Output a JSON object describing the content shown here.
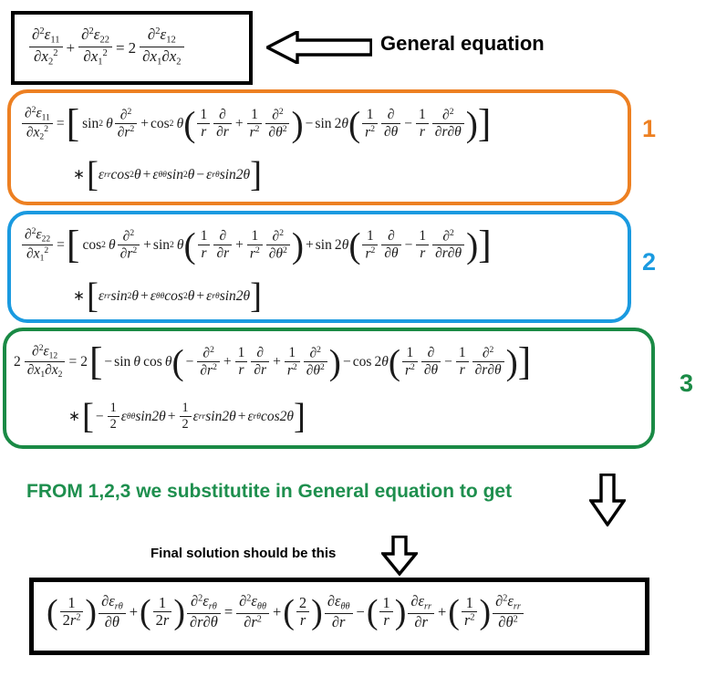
{
  "document": {
    "title": "Compatibility equation transformation to polar coordinates"
  },
  "general_box": {
    "label": "General equation",
    "equation_tex": "∂²ε11/∂x2² + ∂²ε22/∂x1² = 2 ∂²ε12/∂x1∂x2",
    "terms": {
      "t1_num": "∂²ε11",
      "t1_den": "∂x2²",
      "plus": "+",
      "t2_num": "∂²ε22",
      "t2_den": "∂x1²",
      "equals": "=",
      "coef": "2",
      "t3_num": "∂²ε12",
      "t3_den": "∂x1∂x2"
    }
  },
  "boxes": [
    {
      "id": "1",
      "number_label": "1",
      "color": "#ed8022",
      "equation_tex": "∂²ε11/∂x2² = [ sin²θ ∂²/∂r² + cos²θ ( (1/r)(∂/∂r) + (1/r²)(∂²/∂θ²) ) − sin2θ ( (1/r²)(∂/∂θ) − (1/r)(∂²/∂r∂θ) ) ] * [ εrr cos²θ + εθθ sin²θ − εrθ sin2θ ]",
      "lhs_num": "∂²ε11",
      "lhs_den": "∂x2²",
      "trig_a": "sin",
      "trig_a_pow": "2",
      "trig_b": "cos",
      "trig_b_pow": "2",
      "sign_mid": "−",
      "trig_c": "sin",
      "trig_c_arg": "2θ",
      "bracket_terms": [
        "εrr cos²θ",
        "εθθ sin²θ",
        "εrθ sin2θ"
      ],
      "bracket_signs": [
        "+",
        "−"
      ]
    },
    {
      "id": "2",
      "number_label": "2",
      "color": "#1a9ae0",
      "equation_tex": "∂²ε22/∂x1² = [ cos²θ ∂²/∂r² + sin²θ ( (1/r)(∂/∂r) + (1/r²)(∂²/∂θ²) ) + sin2θ ( (1/r²)(∂/∂θ) − (1/r)(∂²/∂r∂θ) ) ] * [ εrr sin²θ + εθθ cos²θ + εrθ sin2θ ]",
      "lhs_num": "∂²ε22",
      "lhs_den": "∂x1²",
      "trig_a": "cos",
      "trig_a_pow": "2",
      "trig_b": "sin",
      "trig_b_pow": "2",
      "sign_mid": "+",
      "trig_c": "sin",
      "trig_c_arg": "2θ",
      "bracket_terms": [
        "εrr sin²θ",
        "εθθ cos²θ",
        "εrθ sin2θ"
      ],
      "bracket_signs": [
        "+",
        "+"
      ]
    },
    {
      "id": "3",
      "number_label": "3",
      "color": "#1a8a45",
      "equation_tex": "2 ∂²ε12/∂x1∂x2 = 2 [ − sinθ cosθ ( −∂²/∂r² + (1/r)(∂/∂r) + (1/r²)(∂²/∂θ²) ) − cos2θ ( (1/r²)(∂/∂θ) − (1/r)(∂²/∂r∂θ) ) ] * [ −(1/2)εθθ sin2θ + (1/2)εrr sin2θ + εrθ cos2θ ]",
      "lhs_coef": "2",
      "lhs_num": "∂²ε12",
      "lhs_den": "∂x1∂x2",
      "rhs_coef": "2",
      "trig_a": "sin",
      "trig_b": "cos",
      "sign_mid": "−",
      "trig_c": "cos",
      "trig_c_arg": "2θ",
      "bracket_terms": [
        "−½ εθθ sin2θ",
        "½ εrr sin2θ",
        "εrθ cos2θ"
      ],
      "bracket_signs": [
        "+",
        "+"
      ]
    }
  ],
  "from_text": "FROM 1,2,3 we substitutite in General equation to get",
  "final_caption": "Final solution should be this",
  "final_box": {
    "equation_tex": "(1/2r²) ∂εrθ/∂θ + (1/2r) ∂²εrθ/∂r∂θ = ∂²εθθ/∂r² + (2/r) ∂εθθ/∂r − (1/r) ∂εrr/∂r + (1/r²) ∂²εrr/∂θ²",
    "terms": [
      {
        "coef_num": "1",
        "coef_den": "2r²",
        "num": "∂εrθ",
        "den": "∂θ",
        "sign": ""
      },
      {
        "coef_num": "1",
        "coef_den": "2r",
        "num": "∂²εrθ",
        "den": "∂r∂θ",
        "sign": "+"
      },
      {
        "coef_num": "",
        "coef_den": "",
        "num": "∂²εθθ",
        "den": "∂r²",
        "sign": "="
      },
      {
        "coef_num": "2",
        "coef_den": "r",
        "num": "∂εθθ",
        "den": "∂r",
        "sign": "+"
      },
      {
        "coef_num": "1",
        "coef_den": "r",
        "num": "∂εrr",
        "den": "∂r",
        "sign": "−"
      },
      {
        "coef_num": "1",
        "coef_den": "r²",
        "num": "∂²εrr",
        "den": "∂θ²",
        "sign": "+"
      }
    ]
  },
  "icons": {
    "arrow_left": "arrow-left-icon",
    "arrow_down_from": "arrow-down-icon",
    "arrow_down_final": "arrow-down-icon"
  },
  "colors": {
    "orange": "#ed8022",
    "blue": "#1a9ae0",
    "green_box": "#1a8a45",
    "green_text": "#1e8f4e",
    "black": "#000000"
  }
}
